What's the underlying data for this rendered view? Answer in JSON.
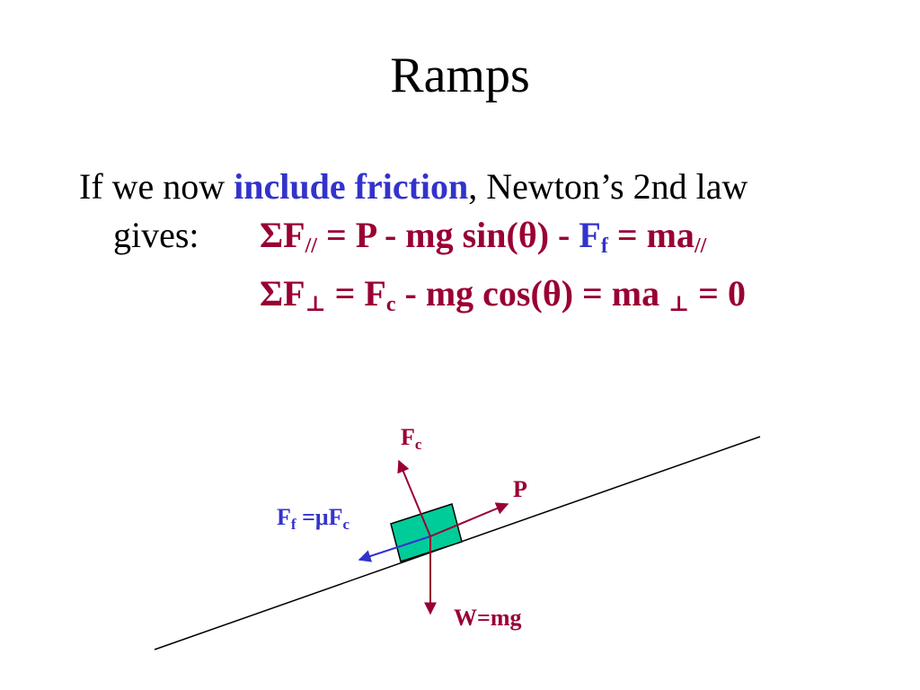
{
  "title": "Ramps",
  "colors": {
    "highlight_blue": "#3333cc",
    "equation_red": "#990033",
    "block_fill": "#00cc99",
    "ramp_line": "#000000"
  },
  "intro": {
    "prefix": "If we now ",
    "highlight": "include friction",
    "suffix": ", Newton’s 2nd law",
    "line2": "gives:"
  },
  "equations": {
    "parallel": {
      "part1": "ΣF",
      "sub1": "//",
      "part2": " = P - mg sin(θ) - ",
      "friction_symbol": "F",
      "friction_sub": "f",
      "part3": " = ma",
      "sub2": "//"
    },
    "perpendicular": {
      "part1": "ΣF",
      "sub1": "⊥",
      "part2": " = F",
      "sub2": "c",
      "part3": " - mg cos(θ) = ma ",
      "sub3": "⊥",
      "part4": " = 0"
    }
  },
  "diagram": {
    "normal_force": {
      "symbol": "F",
      "sub": "c"
    },
    "applied_force": "P",
    "friction": {
      "symbol": "F",
      "sub1": "f",
      "middle": " =μF",
      "sub2": "c"
    },
    "weight": "W=mg"
  }
}
